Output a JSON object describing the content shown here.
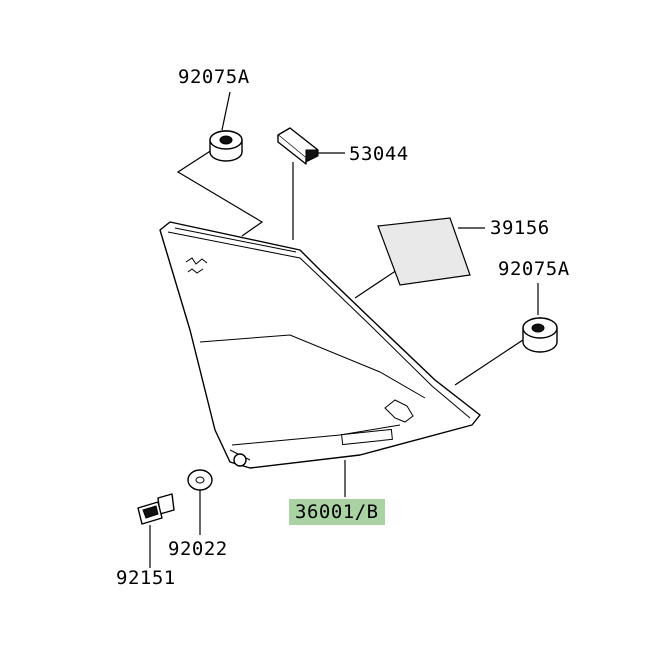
{
  "parts": {
    "grommet_top": "92075A",
    "seal": "53044",
    "sticker": "39156",
    "grommet_right": "92075A",
    "cover": "36001/B",
    "washer": "92022",
    "bolt": "92151"
  },
  "highlight_color": "#a9d3a3"
}
